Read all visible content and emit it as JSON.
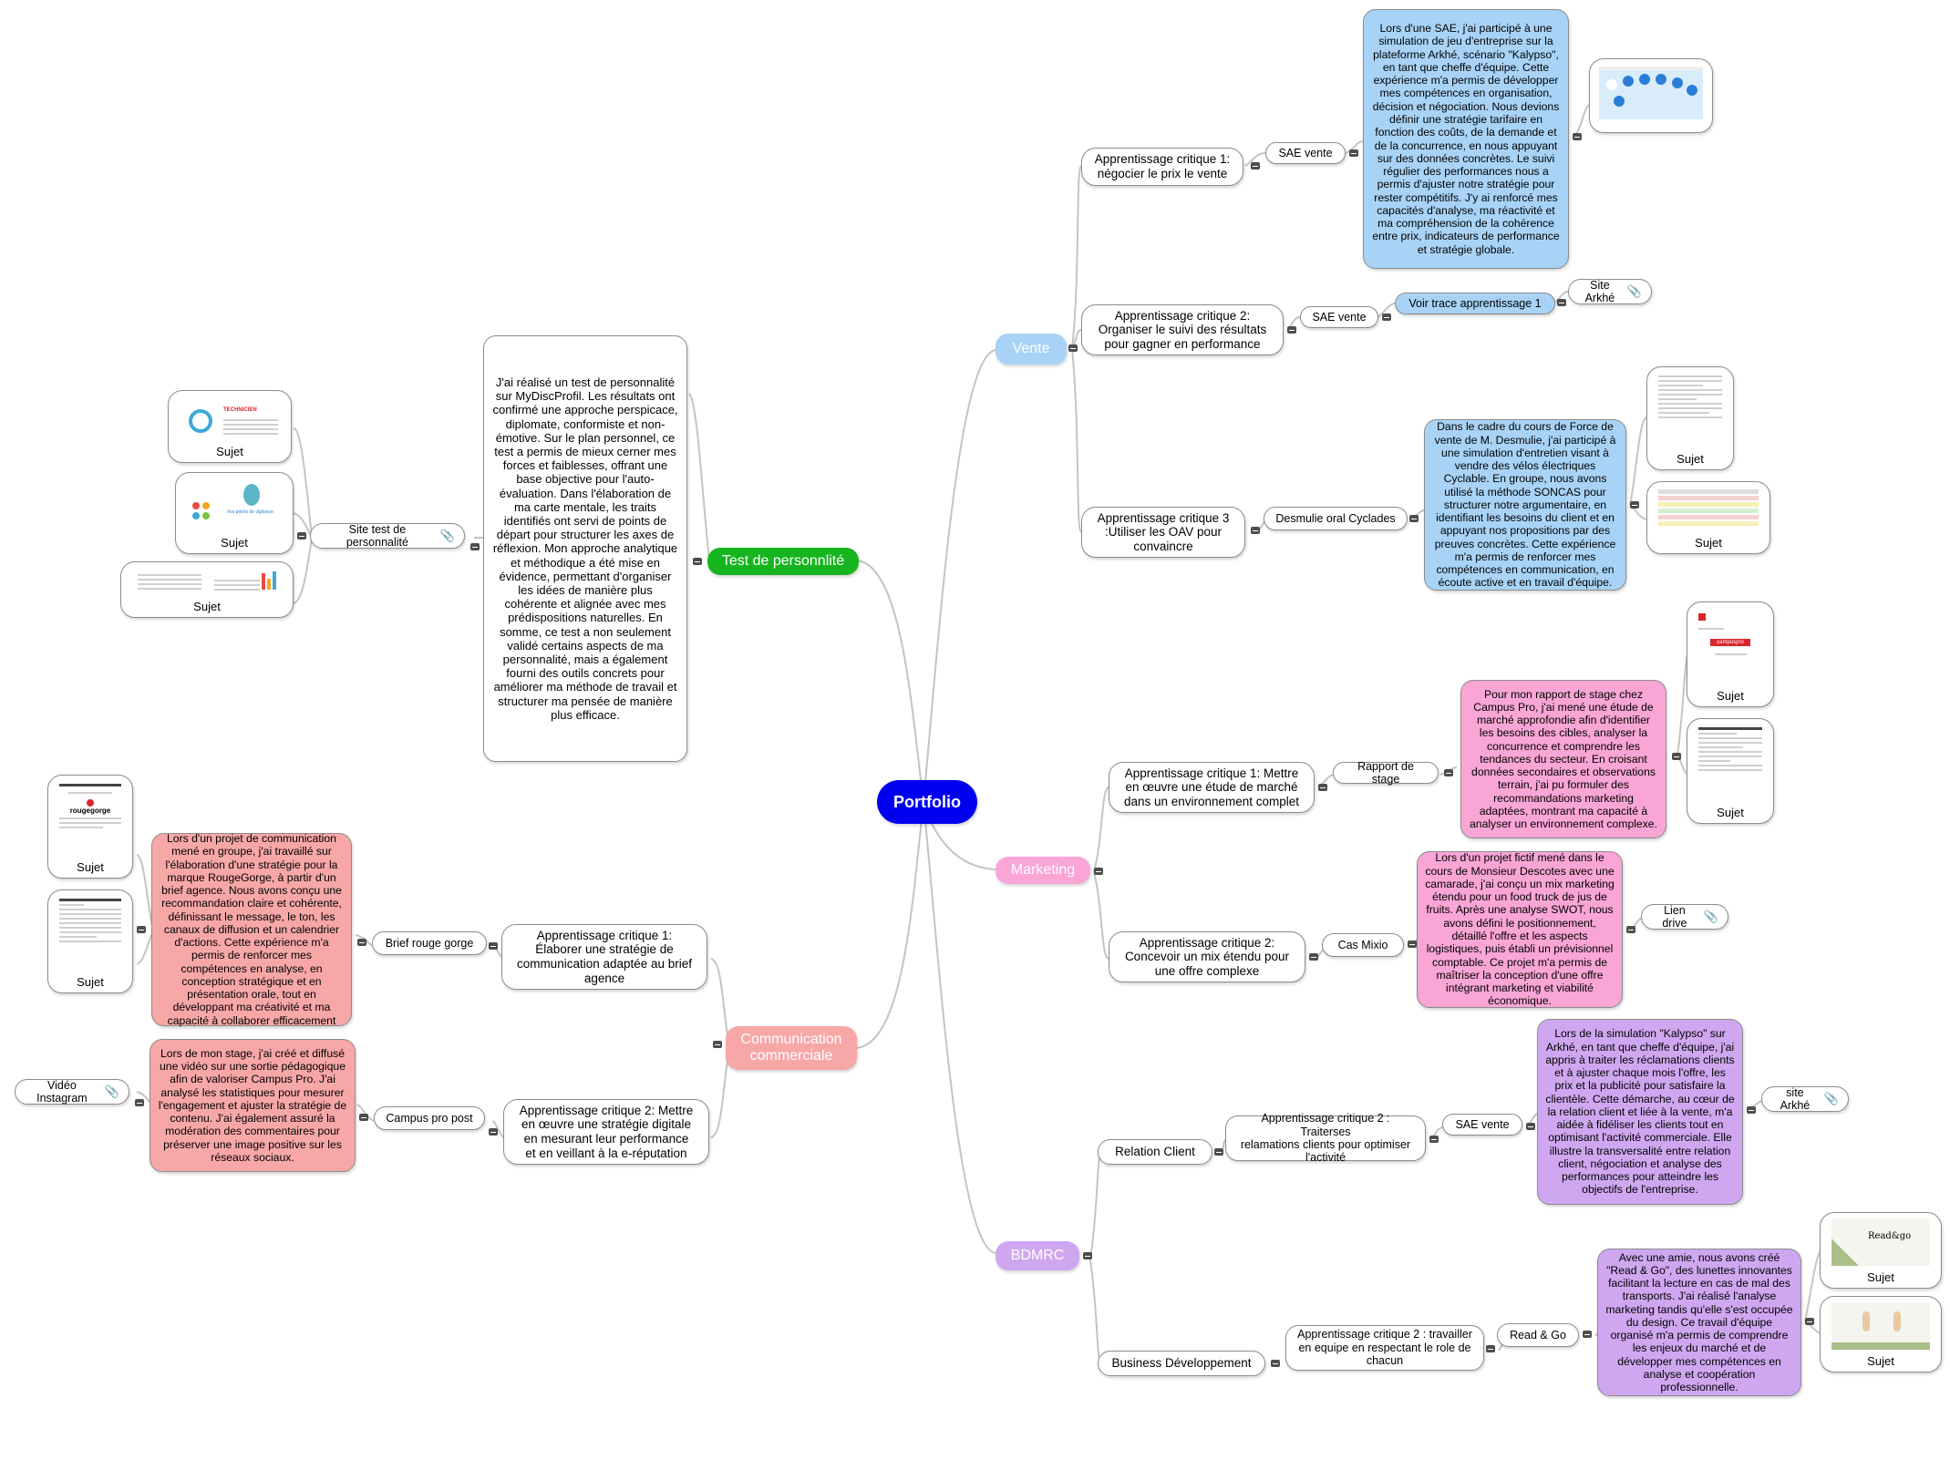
{
  "center": {
    "label": "Portfolio"
  },
  "colors": {
    "center": "#0000f0",
    "vente": "#a8d3f7",
    "marketing": "#f9a5d6",
    "bdmrc": "#cfa7f0",
    "test": "#16b51f",
    "communication": "#f8a7a7",
    "link": "#c4c4c4"
  },
  "branches": {
    "vente": {
      "label": "Vente",
      "ac1": {
        "label": "Apprentissage critique 1:\nnégocier le prix le vente",
        "sub": "SAE vente",
        "text": "Lors d'une SAE, j'ai participé à une simulation de jeu d'entreprise sur la plateforme Arkhé, scénario \"Kalypso\", en tant que cheffe d'équipe. Cette expérience m'a permis de développer mes compétences en organisation, décision et négociation. Nous devions définir une stratégie tarifaire en fonction des coûts, de la demande et de la concurrence, en nous appuyant sur des données concrètes. Le suivi régulier des performances nous a permis d'ajuster notre stratégie pour rester compétitifs. J'y ai renforcé mes capacités d'analyse, ma réactivité et ma compréhension de la cohérence entre prix, indicateurs de performance et stratégie globale."
      },
      "ac2": {
        "label": "Apprentissage critique 2:\nOrganiser le suivi des résultats\npour gagner en performance",
        "sub": "SAE vente",
        "trace": "Voir trace apprentissage 1",
        "link": "Site Arkhé"
      },
      "ac3": {
        "label": "Apprentissage critique 3\n:Utiliser les OAV pour\nconvaincre",
        "sub": "Desmulie oral Cyclades",
        "text": "Dans le cadre du cours de Force de vente de M. Desmulie, j'ai participé à une simulation d'entretien visant à vendre des vélos électriques Cyclable. En groupe, nous avons utilisé la méthode SONCAS pour structurer notre argumentaire, en identifiant les besoins du client et en appuyant nos propositions par des preuves concrètes. Cette expérience m'a permis de renforcer mes compétences en communication, en écoute active et en travail d'équipe.",
        "thumbs": [
          "Sujet",
          "Sujet"
        ]
      }
    },
    "marketing": {
      "label": "Marketing",
      "ac1": {
        "label": "Apprentissage critique 1: Mettre\nen œuvre une étude de marché\ndans un environnement complet",
        "sub": "Rapport de stage",
        "text": "Pour mon rapport de stage chez Campus Pro, j'ai mené une étude de marché approfondie afin d'identifier les besoins des cibles, analyser la concurrence et comprendre les tendances du secteur. En croisant données secondaires et observations terrain, j'ai pu formuler des recommandations marketing adaptées, montrant ma capacité à analyser un environnement complexe.",
        "thumbs": [
          "Sujet",
          "Sujet"
        ],
        "logo": "campuspro"
      },
      "ac2": {
        "label": "Apprentissage critique 2:\nConcevoir un mix étendu pour\nune offre complexe",
        "sub": "Cas Mixio",
        "text": "Lors d'un projet fictif mené dans le cours de Monsieur Descotes avec une camarade, j'ai conçu un mix marketing étendu pour un food truck de jus de fruits. Après une analyse SWOT, nous avons défini le positionnement, détaillé l'offre et les aspects logistiques, puis établi un prévisionnel comptable. Ce projet m'a permis de maîtriser la conception d'une offre intégrant marketing et viabilité économique.",
        "link": "Lien drive"
      }
    },
    "bdmrc": {
      "label": "BDMRC",
      "rc": {
        "label": "Relation Client",
        "ac": "Apprentissage critique 2 : Traiterses\nrelamations clients pour optimiser\nl'activité",
        "sub": "SAE vente",
        "text": "Lors de la simulation \"Kalypso\" sur Arkhé, en tant que cheffe d'équipe, j'ai appris à traiter les réclamations clients et à ajuster chaque mois l'offre, les prix et la publicité pour satisfaire la clientèle. Cette démarche, au cœur de la relation client et liée à la vente, m'a aidée à fidéliser les clients tout en optimisant l'activité commerciale. Elle illustre la transversalité entre relation client, négociation et analyse des performances pour atteindre les objectifs de l'entreprise.",
        "link": "site Arkhé"
      },
      "bd": {
        "label": "Business Développement",
        "ac": "Apprentissage critique 2 : travailler\nen equipe en respectant le role de\nchacun",
        "sub": "Read & Go",
        "text": "Avec une amie, nous avons créé \"Read & Go\", des lunettes innovantes facilitant la lecture en cas de mal des transports. J'ai réalisé l'analyse marketing tandis qu'elle s'est occupée du design. Ce travail d'équipe organisé m'a permis de comprendre les enjeux du marché et de développer mes compétences en analyse et coopération professionnelle.",
        "thumbs": [
          "Sujet",
          "Sujet"
        ],
        "logo": "Read&go"
      }
    },
    "test": {
      "label": "Test de personnlité",
      "sub": "Site test de personnalité",
      "text": "J'ai réalisé un test de personnalité sur MyDiscProfil. Les résultats ont confirmé une approche perspicace, diplomate, conformiste et non-émotive. Sur le plan personnel, ce test a permis de mieux cerner mes forces et faiblesses, offrant une base objective pour l'auto-évaluation. Dans l'élaboration de ma carte mentale, les traits identifiés ont servi de points de départ pour structurer les axes de réflexion. Mon approche analytique et méthodique a été mise en évidence, permettant d'organiser les idées de manière plus cohérente et alignée avec mes prédispositions naturelles. En somme, ce test a non seulement validé certains aspects de ma personnalité, mais a également fourni des outils concrets pour améliorer ma méthode de travail et structurer ma pensée de manière plus efficace.",
      "thumbs": [
        "Sujet",
        "Sujet",
        "Sujet"
      ],
      "thumb_texts": [
        "TECHNICIEN",
        "Vos points de vigilance"
      ]
    },
    "communication": {
      "label": "Communication\ncommerciale",
      "ac1": {
        "label": "Apprentissage critique 1:\nÉlaborer une stratégie de\ncommunication adaptée au brief\nagence",
        "sub": "Brief rouge gorge",
        "text": "Lors d'un projet de communication mené en groupe, j'ai travaillé sur l'élaboration d'une stratégie pour la marque RougeGorge, à partir d'un brief agence. Nous avons conçu une recommandation claire et cohérente, définissant le message, le ton, les canaux de diffusion et un calendrier d'actions. Cette expérience m'a permis de renforcer mes compétences en analyse, en conception stratégique et en présentation orale, tout en développant ma créativité et ma capacité à collaborer efficacement",
        "thumbs": [
          "Sujet",
          "Sujet"
        ],
        "logo": "rougegorge"
      },
      "ac2": {
        "label": "Apprentissage critique 2: Mettre\nen œuvre une stratégie digitale\nen mesurant leur performance\net en veillant à la e-réputation",
        "sub": "Campus pro post",
        "text": "Lors de mon stage, j'ai créé et diffusé une vidéo sur une sortie pédagogique afin de valoriser Campus Pro. J'ai analysé les statistiques pour mesurer l'engagement et ajuster la stratégie de contenu. J'ai également assuré la modération des commentaires pour préserver une image positive sur les réseaux sociaux.",
        "link": "Vidéo Instagram"
      }
    }
  }
}
